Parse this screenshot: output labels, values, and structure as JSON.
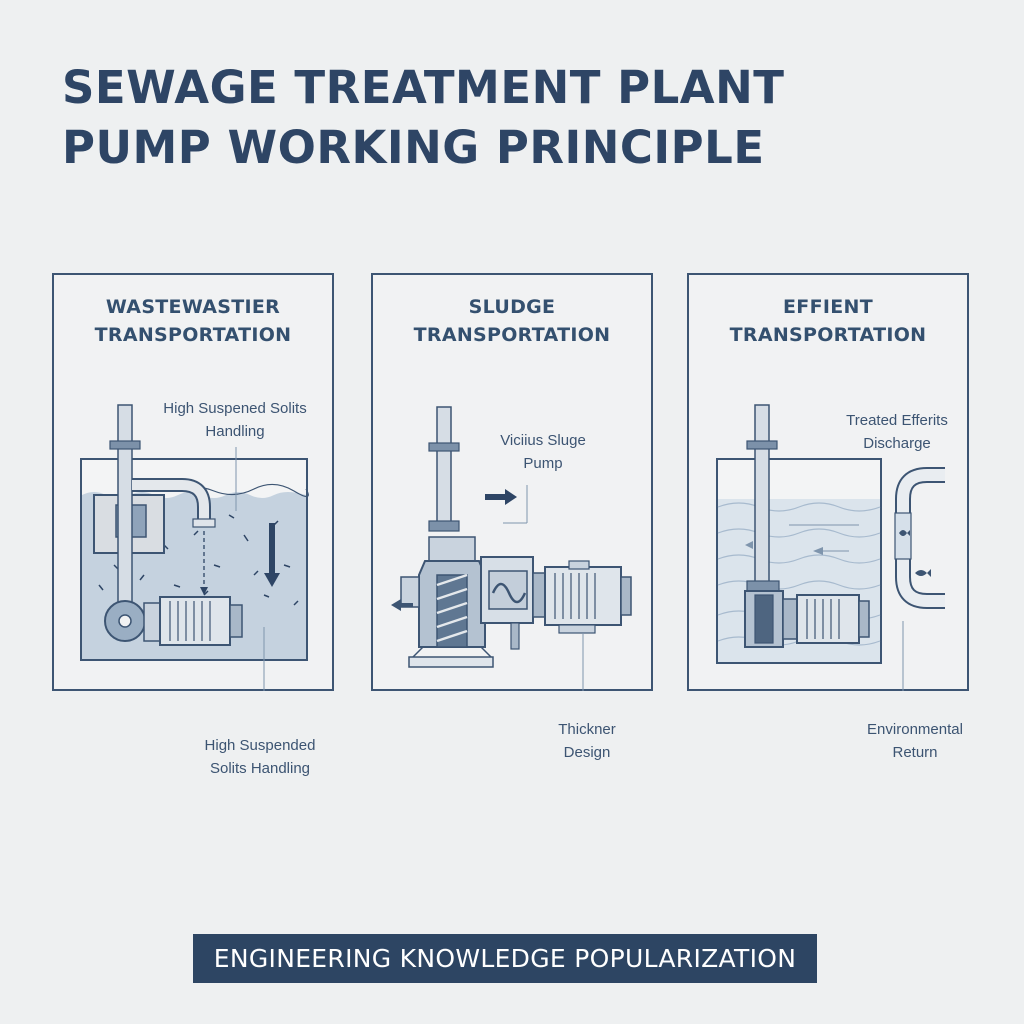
{
  "title": {
    "line1": "SEWAGE TREATMENT PLANT",
    "line2": "PUMP WORKING PRINCIPLE"
  },
  "panels": [
    {
      "title_line1": "WASTEWASTIER",
      "title_line2": "TRANSPORTATION",
      "callout_inner": {
        "line1": "High Suspened Solits",
        "line2": "Handling"
      },
      "callout_outer": {
        "line1": "High Suspended",
        "line2": "Solits Handling"
      }
    },
    {
      "title_line1": "SLUDGE",
      "title_line2": "TRANSPORTATION",
      "callout_inner": {
        "line1": "Viciius Sluge",
        "line2": "Pump"
      },
      "callout_outer": {
        "line1": "Thickner",
        "line2": "Design"
      }
    },
    {
      "title_line1": "EFFIENT",
      "title_line2": "TRANSPORTATION",
      "callout_inner": {
        "line1": "Treated Efferits",
        "line2": "Discharge"
      },
      "callout_outer": {
        "line1": "Environmental",
        "line2": "Return"
      }
    }
  ],
  "footer": "ENGINEERING KNOWLEDGE POPULARIZATION",
  "colors": {
    "title": "#2e4565",
    "line": "#3d5573",
    "water": "#c9d6e2",
    "footer_bg": "#2d4563"
  }
}
